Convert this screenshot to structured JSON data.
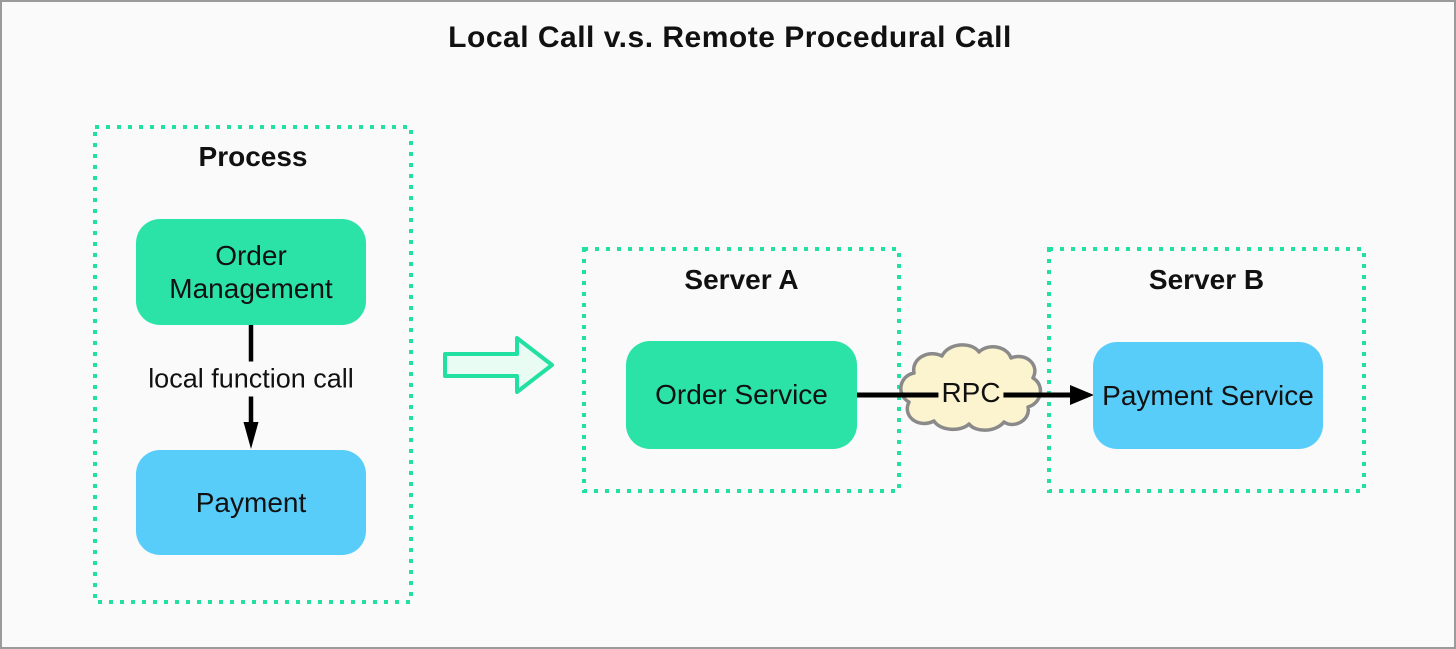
{
  "title": "Local Call v.s. Remote Procedural Call",
  "process": {
    "title": "Process",
    "order_management_label": "Order Management",
    "payment_label": "Payment",
    "local_call_label": "local function call"
  },
  "server_a": {
    "title": "Server A",
    "order_service_label": "Order Service"
  },
  "server_b": {
    "title": "Server B",
    "payment_service_label": "Payment Service"
  },
  "network": {
    "rpc_label": "RPC"
  },
  "shapes": {
    "transition_icon": "right-block-arrow-icon",
    "network_icon": "cloud-icon",
    "local_call_icon": "down-arrow-icon",
    "rpc_call_icon": "right-arrow-icon"
  },
  "colors": {
    "accent_green": "#2be3a7",
    "accent_blue": "#58cdfa",
    "dotted_border_green": "#22e0a2",
    "block_arrow_fill": "#e8fcf3",
    "cloud_fill": "#fbf4cf",
    "cloud_stroke": "#8a8a8a",
    "connector_black": "#000000",
    "background": "#fafafa",
    "frame_border": "#9b9b9b"
  }
}
